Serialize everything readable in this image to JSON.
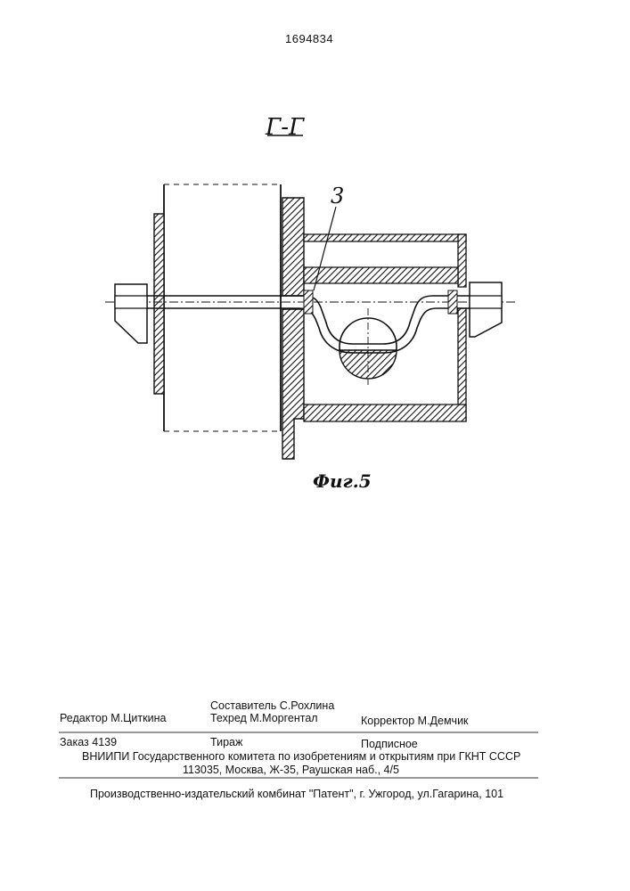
{
  "header": {
    "patent_number": "1694834"
  },
  "figure": {
    "section_label": "Г-Г",
    "reference_label": "3",
    "caption": "Фиг.5"
  },
  "imprint": {
    "compiler": "Составитель  С.Рохлина",
    "editor": "Редактор  М.Циткина",
    "tech_editor": "Техред М.Моргентал",
    "corrector": "Корректор М.Демчик",
    "order": "Заказ  4139",
    "circulation": "Тираж",
    "subscription": "Подписное",
    "institute": "ВНИИПИ Государственного комитета по изобретениям и открытиям при ГКНТ СССР",
    "address": "113035, Москва, Ж-35, Раушская наб., 4/5",
    "publisher": "Производственно-издательский комбинат \"Патент\", г. Ужгород, ул.Гагарина, 101"
  }
}
